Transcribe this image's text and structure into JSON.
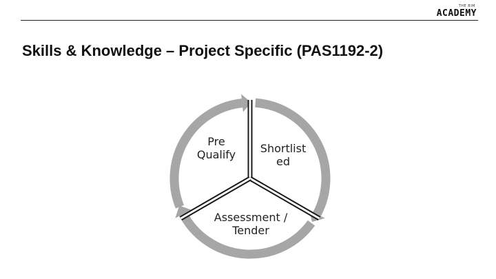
{
  "header": {
    "logo_small": "THE BIM",
    "logo_main": "ACADEMY"
  },
  "slide": {
    "title": "Skills & Knowledge – Project Specific (PAS1192-2)"
  },
  "cycle": {
    "segments": [
      {
        "label": "Pre\nQualify"
      },
      {
        "label": "Shortlist\ned"
      },
      {
        "label": "Assessment /\nTender"
      }
    ],
    "colors": {
      "arrow": "#a6a6a6",
      "divider": "#1a1a1a",
      "divider_fill": "#ffffff"
    }
  }
}
